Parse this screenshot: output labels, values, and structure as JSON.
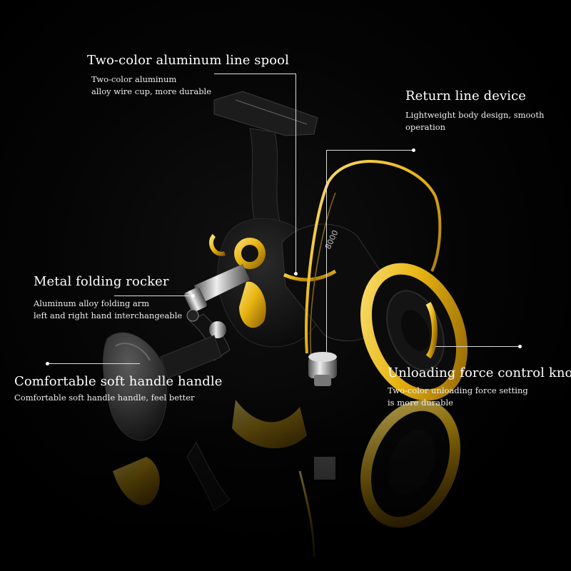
{
  "image": {
    "subject": "fishing-reel",
    "colors": {
      "background": "#000000",
      "body": "#111111",
      "accent_gold": "#f0c419",
      "text": "#ffffff"
    }
  },
  "callouts": [
    {
      "title": "Two-color aluminum line spool",
      "desc": [
        "Two-color aluminum",
        "alloy wire cup, more durable"
      ]
    },
    {
      "title": "Return line device",
      "desc": [
        "Lightweight body design, smooth",
        "operation"
      ]
    },
    {
      "title": "Metal folding rocker",
      "desc": [
        "Aluminum alloy folding arm",
        "left and right hand interchangeable"
      ]
    },
    {
      "title": "Comfortable soft handle handle",
      "desc": [
        "Comfortable soft handle handle, feel better"
      ]
    },
    {
      "title": "Unloading force control knob",
      "desc": [
        "Two-color unloading force setting",
        "is more durable"
      ]
    }
  ]
}
